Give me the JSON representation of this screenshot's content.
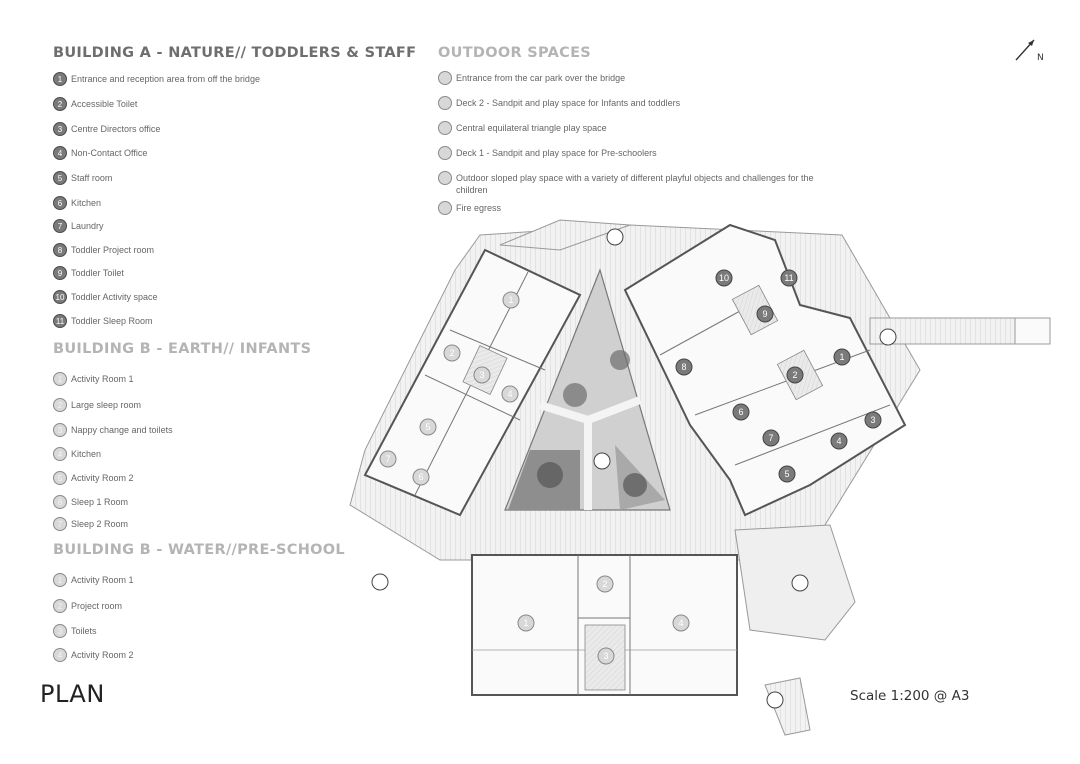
{
  "buildings": [
    {
      "title": "BUILDING A - NATURE// TODDLERS & STAFF",
      "items": [
        {
          "num": "1",
          "label": "Entrance and reception area from off the bridge"
        },
        {
          "num": "2",
          "label": "Accessible Toilet"
        },
        {
          "num": "3",
          "label": "Centre Directors office"
        },
        {
          "num": "4",
          "label": "Non-Contact Office"
        },
        {
          "num": "5",
          "label": "Staff room"
        },
        {
          "num": "6",
          "label": "Kitchen"
        },
        {
          "num": "7",
          "label": "Laundry"
        },
        {
          "num": "8",
          "label": "Toddler Project room"
        },
        {
          "num": "9",
          "label": "Toddler Toilet"
        },
        {
          "num": "10",
          "label": "Toddler Activity space"
        },
        {
          "num": "11",
          "label": "Toddler Sleep Room"
        }
      ]
    },
    {
      "title": "BUILDING B - EARTH// INFANTS",
      "items": [
        {
          "num": "1",
          "label": "Activity Room 1"
        },
        {
          "num": "2",
          "label": "Large sleep room"
        },
        {
          "num": "3",
          "label": "Nappy change and toilets"
        },
        {
          "num": "4",
          "label": "Kitchen"
        },
        {
          "num": "5",
          "label": "Activity Room 2"
        },
        {
          "num": "6",
          "label": "Sleep 1 Room"
        },
        {
          "num": "7",
          "label": "Sleep 2 Room"
        }
      ]
    },
    {
      "title": "BUILDING B - WATER//PRE-SCHOOL",
      "items": [
        {
          "num": "1",
          "label": "Activity Room 1"
        },
        {
          "num": "2",
          "label": "Project room"
        },
        {
          "num": "3",
          "label": "Toilets"
        },
        {
          "num": "4",
          "label": "Activity Room 2"
        }
      ]
    }
  ],
  "outdoor": {
    "title": "OUTDOOR SPACES",
    "items": [
      {
        "label": "Entrance from the car park over the bridge"
      },
      {
        "label": "Deck 2 - Sandpit and play space for Infants and toddlers"
      },
      {
        "label": "Central equilateral triangle play space"
      },
      {
        "label": "Deck 1 - Sandpit and play space for Pre-schoolers"
      },
      {
        "label": "Outdoor sloped play space with a variety of different playful objects and challenges for the children"
      },
      {
        "label": "Fire egress"
      }
    ]
  },
  "plan_title": "PLAN",
  "scale": "Scale 1:200 @ A3",
  "north_label": "N",
  "colors": {
    "heading_dark": "#6e6e6e",
    "heading_light": "#b4b4b4",
    "badge_dark": "#7a7a7a",
    "badge_light": "#d8d8d8"
  }
}
